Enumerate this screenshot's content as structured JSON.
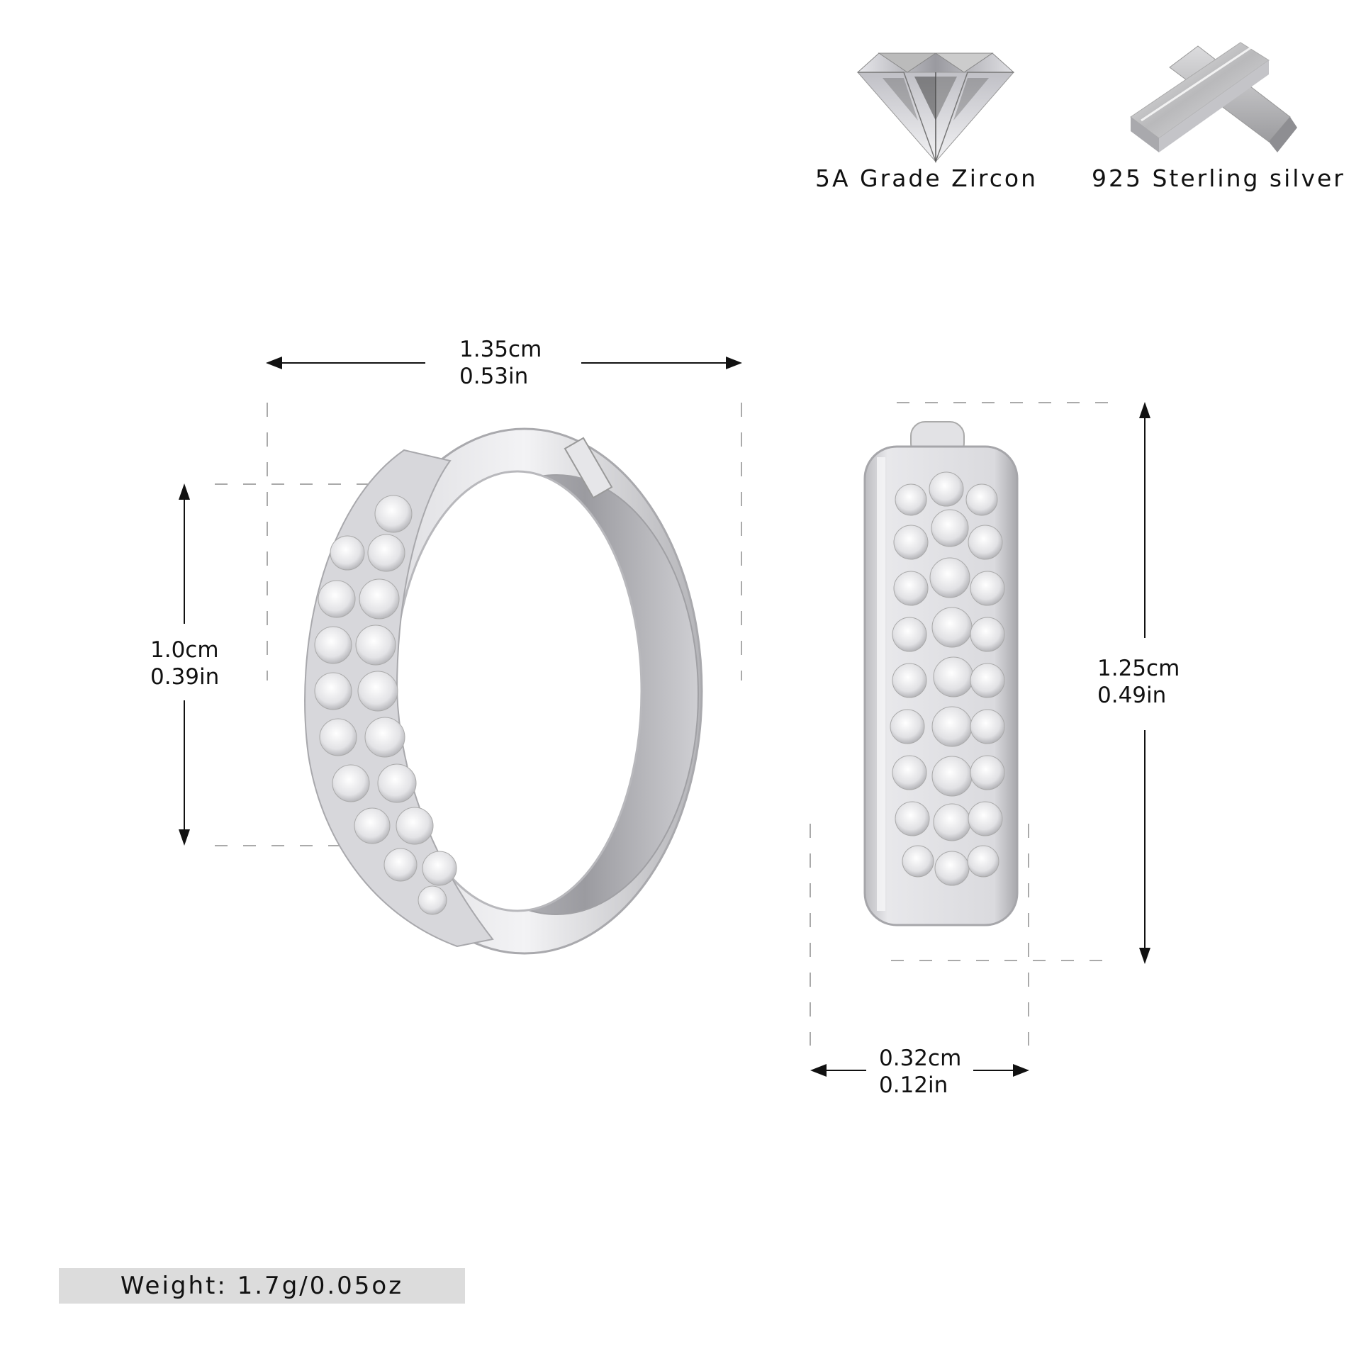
{
  "features": [
    {
      "icon": "diamond-icon",
      "label": "5A Grade Zircon"
    },
    {
      "icon": "silver-bar-icon",
      "label": "925 Sterling silver"
    }
  ],
  "dimensions": {
    "front_width": {
      "cm": "1.35cm",
      "in": "0.53in"
    },
    "front_inner_height": {
      "cm": "1.0cm",
      "in": "0.39in"
    },
    "side_height": {
      "cm": "1.25cm",
      "in": "0.49in"
    },
    "side_width": {
      "cm": "0.32cm",
      "in": "0.12in"
    }
  },
  "weight": {
    "label": "Weight: 1.7g/0.05oz"
  },
  "colors": {
    "background": "#ffffff",
    "silver": "#c8c8cc",
    "dashed_guide": "#aaaaaa",
    "weight_box": "#dcdcdc"
  }
}
